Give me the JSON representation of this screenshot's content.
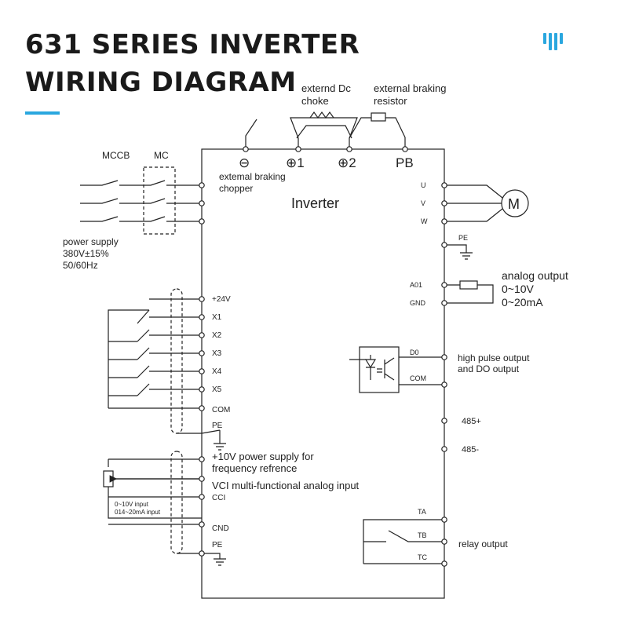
{
  "header": {
    "title_line1": "631 SERIES INVERTER",
    "title_line2": "WIRING DIAGRAM",
    "accent_color": "#2aa7df"
  },
  "inverter": {
    "label": "Inverter"
  },
  "top_terminals": {
    "minus": "⊖",
    "plus1": "⊕1",
    "plus2": "⊕2",
    "pb": "PB",
    "choke_label": [
      "externd Dc",
      "choke"
    ],
    "resistor_label": [
      "external braking",
      "resistor"
    ],
    "chopper_label": [
      "extemal braking",
      "chopper"
    ]
  },
  "power": {
    "mccb": "MCCB",
    "mc": "MC",
    "supply_lines": [
      "power supply",
      "380V±15%",
      "50/60Hz"
    ]
  },
  "inputs": {
    "v24": "+24V",
    "x": [
      "X1",
      "X2",
      "X3",
      "X4",
      "X5"
    ],
    "com": "COM",
    "pe": "PE"
  },
  "analog_inputs": {
    "ref": [
      "+10V power supply for",
      "frequency refrence"
    ],
    "vci": "VCI multi-functional analog input",
    "cci": "CCI",
    "note": [
      "0~10V input",
      "014~20mA input"
    ],
    "gnd": "CND",
    "pe": "PE"
  },
  "motor": {
    "u": "U",
    "v": "V",
    "w": "W",
    "pe": "PE",
    "m": "M"
  },
  "analog_output": {
    "a01": "A01",
    "gnd": "GND",
    "lines": [
      "analog output",
      "0~10V",
      "0~20mA"
    ]
  },
  "do_output": {
    "d0": "D0",
    "com": "COM",
    "lines": [
      "high pulse output",
      "and DO output"
    ]
  },
  "rs485": {
    "plus": "485+",
    "minus": "485-"
  },
  "relay": {
    "ta": "TA",
    "tb": "TB",
    "tc": "TC",
    "label": "relay output"
  }
}
